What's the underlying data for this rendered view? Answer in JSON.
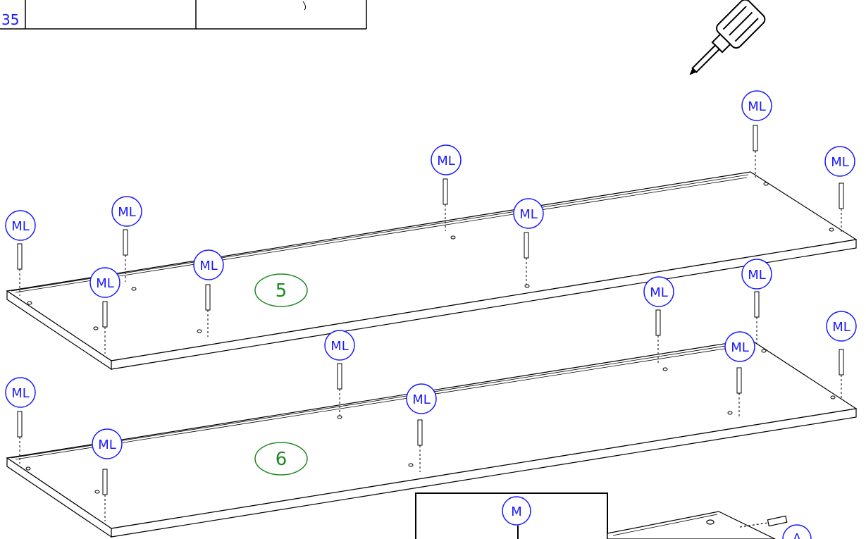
{
  "header_table": {
    "ref_number": "35"
  },
  "tool": {
    "icon": "screwdriver-icon"
  },
  "panels": [
    {
      "label": "5",
      "label_color": "#1f8a1f"
    },
    {
      "label": "6",
      "label_color": "#1f8a1f"
    }
  ],
  "callouts": {
    "pin_code": "ML",
    "detail_code": "M",
    "dowel_code": "A",
    "color": "#1a1aff"
  }
}
